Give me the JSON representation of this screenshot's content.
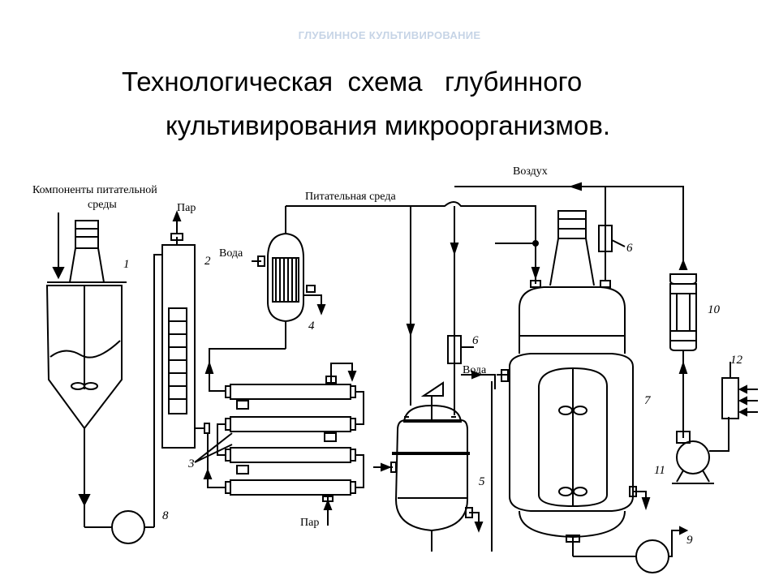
{
  "header": "ГЛУБИННОЕ КУЛЬТИВИРОВАНИЕ",
  "title": {
    "line1": "Технологическая  схема   глубинного",
    "line2": "культивирования микроорганизмов."
  },
  "labels": {
    "components": "Компоненты питательной",
    "components2": "среды",
    "steam_top": "Пар",
    "water_left": "Вода",
    "medium": "Питательная среда",
    "air": "Воздух",
    "water_right": "Вода",
    "steam_bottom": "Пар"
  },
  "numbers": [
    "1",
    "2",
    "3",
    "4",
    "5",
    "6",
    "6",
    "7",
    "8",
    "9",
    "10",
    "11",
    "12"
  ]
}
